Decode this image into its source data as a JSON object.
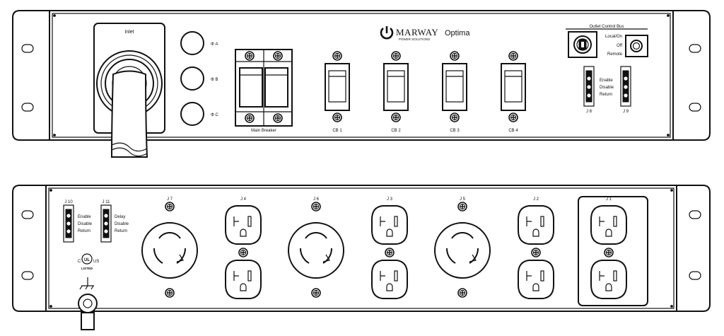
{
  "front": {
    "inlet_label": "Inlet",
    "phases": [
      "Φ A",
      "Φ B",
      "Φ C"
    ],
    "brand": {
      "name": "MARWAY",
      "sub": "POWER SOLUTIONS",
      "model": "Optima"
    },
    "main_breaker_label": "Main Breaker",
    "breakers": [
      "CB 1",
      "CB 2",
      "CB 3",
      "CB 4"
    ],
    "outlet_control": {
      "title": "Outlet Control Bus",
      "modes": [
        "Local/On",
        "Off",
        "Remote"
      ],
      "connector_labels": [
        "Enable",
        "Disable",
        "Return"
      ],
      "connectors": [
        "J 8",
        "J 9"
      ]
    }
  },
  "rear": {
    "control_connectors": [
      {
        "name": "J 10",
        "labels": [
          "Enable",
          "Disable",
          "Return"
        ]
      },
      {
        "name": "J 11",
        "labels": [
          "Delay",
          "Disable",
          "Return"
        ]
      }
    ],
    "cert": {
      "left": "C",
      "right": "US",
      "bottom": "LISTED"
    },
    "outlets": [
      {
        "name": "J 7",
        "type": "twistlock"
      },
      {
        "name": "J 4",
        "type": "duplex"
      },
      {
        "name": "J 6",
        "type": "twistlock"
      },
      {
        "name": "J 3",
        "type": "duplex"
      },
      {
        "name": "J 5",
        "type": "twistlock"
      },
      {
        "name": "J 2",
        "type": "duplex"
      },
      {
        "name": "J 1",
        "type": "duplex"
      }
    ]
  },
  "icons": [
    "screw-icon",
    "ground-icon",
    "ul-listed-icon",
    "marway-logo-icon"
  ]
}
